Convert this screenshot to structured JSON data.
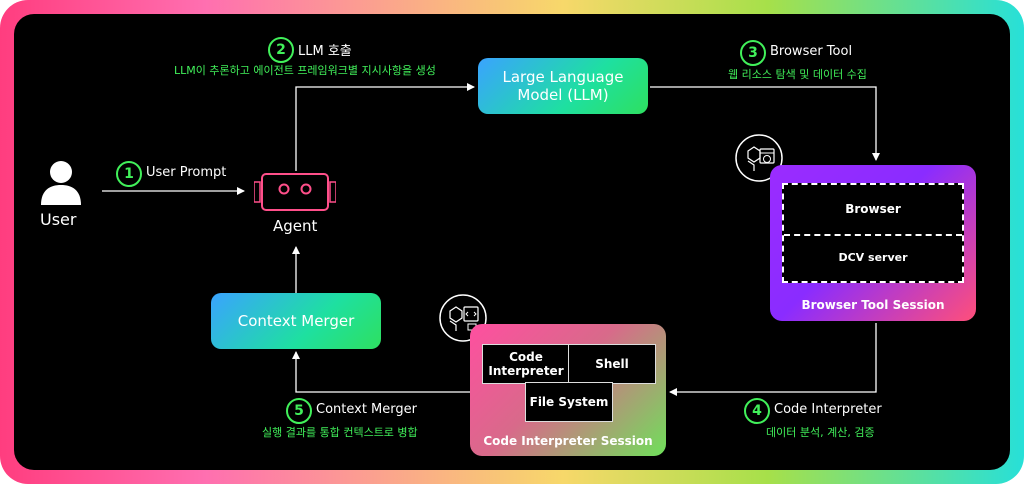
{
  "user": {
    "label": "User"
  },
  "agent": {
    "label": "Agent"
  },
  "llm": {
    "title_line1": "Large Language",
    "title_line2": "Model (LLM)"
  },
  "context_merger_box": {
    "label": "Context Merger"
  },
  "browser_session": {
    "browser_label": "Browser",
    "dcv_label": "DCV server",
    "session_label": "Browser Tool Session"
  },
  "code_session": {
    "code_interpreter_label_line1": "Code",
    "code_interpreter_label_line2": "Interpreter",
    "shell_label": "Shell",
    "file_system_label": "File System",
    "session_label": "Code Interpreter Session"
  },
  "steps": [
    {
      "number": "1",
      "title": "User Prompt",
      "desc": ""
    },
    {
      "number": "2",
      "title": "LLM 호출",
      "desc": "LLM이 추론하고 에이전트 프레임워크별 지시사항을 생성"
    },
    {
      "number": "3",
      "title": "Browser Tool",
      "desc": "웹 리소스 탐색 및 데이터 수집"
    },
    {
      "number": "4",
      "title": "Code Interpreter",
      "desc": "데이터 분석, 계산, 검증"
    },
    {
      "number": "5",
      "title": "Context Merger",
      "desc": "실행 결과를 통합 컨텍스트로 병합"
    }
  ],
  "colors": {
    "accent_green": "#41f05a",
    "llm_gradient_start": "#3aa3ff",
    "llm_gradient_end": "#2ee060",
    "browser_session_gradient_start": "#9b2cff",
    "browser_session_gradient_end": "#ff4f7a",
    "code_session_gradient_start": "#ff4fa0",
    "code_session_gradient_end": "#6fe05a"
  }
}
